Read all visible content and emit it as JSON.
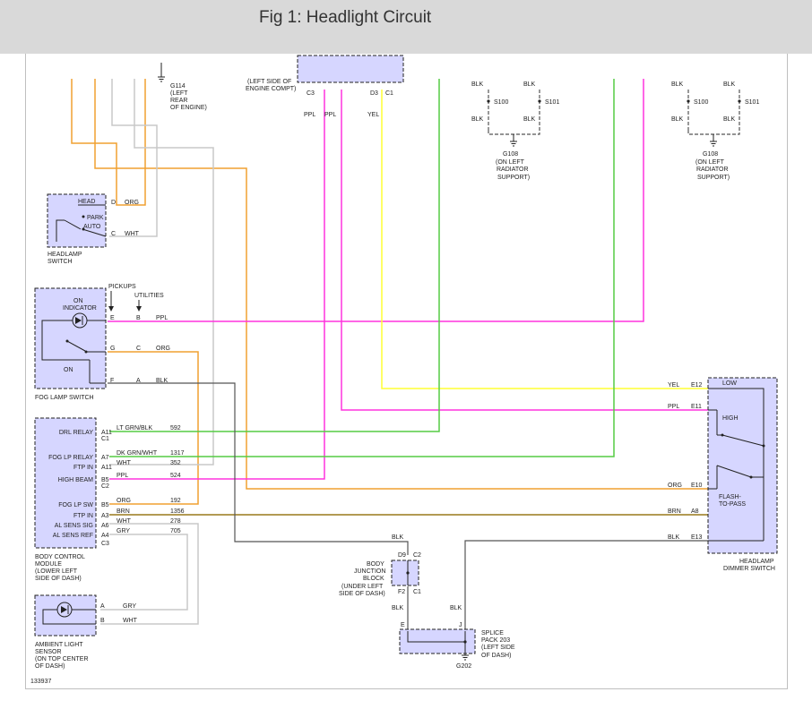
{
  "header": {
    "title": "Fig 1: Headlight Circuit"
  },
  "colors": {
    "orange": "#f0a030",
    "white": "#c8c8c8",
    "pink": "#ff33dd",
    "yellow": "#ffff33",
    "green": "#55cc44",
    "brown": "#99781a",
    "black": "#555555",
    "box": "#d6d6ff"
  },
  "labels": {
    "g114_loc": [
      "G114",
      "(LEFT",
      "REAR",
      "OF ENGINE)"
    ],
    "top_conn_loc": "(LEFT SIDE OF",
    "top_conn_loc2": "ENGINE COMPT)",
    "c3": "C3",
    "d3": "D3",
    "c1_top": "C1",
    "ppl1": "PPL",
    "ppl2": "PPL",
    "yel_top": "YEL",
    "s100": "S100",
    "s101": "S101",
    "blk": "BLK",
    "g108": [
      "G108",
      "(ON LEFT",
      "RADIATOR",
      "SUPPORT)"
    ],
    "headlamp_switch": {
      "head": "HEAD",
      "park": "PARK",
      "auto": "AUTO",
      "pin_d": "D",
      "pin_c": "C",
      "wire_org": "ORG",
      "wire_wht": "WHT",
      "name": [
        "HEADLAMP",
        "SWITCH"
      ]
    },
    "pickups": "PICKUPS",
    "utilities": "UTILITIES",
    "fog_switch": {
      "on_indicator": [
        "ON",
        "INDICATOR"
      ],
      "on": "ON",
      "pin_e": "E",
      "pin_b": "B",
      "wire_ppl": "PPL",
      "pin_g": "G",
      "pin_c": "C",
      "wire_org": "ORG",
      "pin_f": "F",
      "pin_a": "A",
      "wire_blk": "BLK",
      "name": "FOG LAMP SWITCH"
    },
    "bcm": {
      "rows": [
        {
          "label": "DRL RELAY",
          "pin": "A11",
          "wire": "LT GRN/BLK",
          "circuit": "592"
        },
        {
          "label": "",
          "pin": "C1",
          "wire": "",
          "circuit": ""
        },
        {
          "label": "FOG LP RELAY",
          "pin": "A7",
          "wire": "DK GRN/WHT",
          "circuit": "1317"
        },
        {
          "label": "FTP IN",
          "pin": "A11",
          "wire": "WHT",
          "circuit": "352"
        },
        {
          "label": "HIGH BEAM",
          "pin": "B5",
          "wire": "PPL",
          "circuit": "524"
        },
        {
          "label": "",
          "pin": "C2",
          "wire": "",
          "circuit": ""
        },
        {
          "label": "FOG LP SW",
          "pin": "B5",
          "wire": "ORG",
          "circuit": "192"
        },
        {
          "label": "FTP IN",
          "pin": "A3",
          "wire": "BRN",
          "circuit": "1356"
        },
        {
          "label": "AL SENS SIG",
          "pin": "A6",
          "wire": "WHT",
          "circuit": "278"
        },
        {
          "label": "AL SENS REF",
          "pin": "A4",
          "wire": "GRY",
          "circuit": "705"
        },
        {
          "label": "",
          "pin": "C3",
          "wire": "",
          "circuit": ""
        }
      ],
      "name": [
        "BODY CONTROL",
        "MODULE",
        "(LOWER LEFT",
        "SIDE OF DASH)"
      ]
    },
    "ambient": {
      "pin_a": "A",
      "pin_b": "B",
      "wire_gry": "GRY",
      "wire_wht": "WHT",
      "name": [
        "AMBIENT LIGHT",
        "SENSOR",
        "(ON TOP CENTER",
        "OF DASH)"
      ]
    },
    "junction": {
      "d9": "D9",
      "c2": "C2",
      "f2": "F2",
      "c1": "C1",
      "blk_top": "BLK",
      "blk_bot": "BLK",
      "name": [
        "BODY",
        "JUNCTION",
        "BLOCK",
        "(UNDER LEFT",
        "SIDE OF DASH)"
      ]
    },
    "splice": {
      "pin_e": "E",
      "pin_j": "J",
      "blk": "BLK",
      "g202": "G202",
      "name": [
        "SPLICE",
        "PACK 203",
        "(LEFT SIDE",
        "OF DASH)"
      ]
    },
    "dimmer": {
      "low": "LOW",
      "high": "HIGH",
      "flash": [
        "FLASH-",
        "TO-PASS"
      ],
      "rows": [
        {
          "wire": "YEL",
          "pin": "E12"
        },
        {
          "wire": "PPL",
          "pin": "E11"
        },
        {
          "wire": "ORG",
          "pin": "E10"
        },
        {
          "wire": "BRN",
          "pin": "A8"
        },
        {
          "wire": "BLK",
          "pin": "E13"
        }
      ],
      "name": [
        "HEADLAMP",
        "DIMMER SWITCH"
      ]
    },
    "figure_id": "133937"
  }
}
